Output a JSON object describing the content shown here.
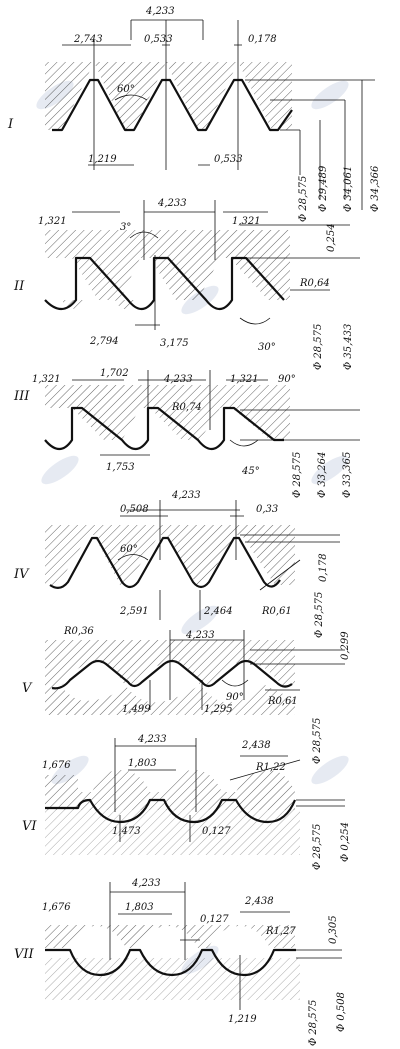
{
  "figure": {
    "profiles": [
      {
        "roman": "I",
        "dims": [
          "4,233",
          "2,743",
          "0,533",
          "0,178",
          "60°",
          "1,219",
          "0,533",
          "Φ 28,575",
          "Φ 29,489",
          "Φ 34,061",
          "Φ 34,366"
        ]
      },
      {
        "roman": "II",
        "dims": [
          "4,233",
          "1,321",
          "3°",
          "1,321",
          "0,254",
          "R0,64",
          "2,794",
          "3,175",
          "30°",
          "Φ 28,575",
          "Φ 35,433"
        ]
      },
      {
        "roman": "III",
        "dims": [
          "1,321",
          "1,702",
          "4,233",
          "1,321",
          "90°",
          "R0,74",
          "1,753",
          "45°",
          "Φ 28,575",
          "Φ 33,264",
          "Φ 33,365"
        ]
      },
      {
        "roman": "IV",
        "dims": [
          "4,233",
          "0,508",
          "0,33",
          "60°",
          "2,591",
          "2,464",
          "R0,61",
          "0,178",
          "Φ 28,575"
        ]
      },
      {
        "roman": "V",
        "dims": [
          "4,233",
          "R0,36",
          "0,299",
          "1,499",
          "1,295",
          "90°",
          "R0,61",
          "Φ 28,575"
        ]
      },
      {
        "roman": "VI",
        "dims": [
          "4,233",
          "1,676",
          "1,803",
          "2,438",
          "R1,22",
          "1,473",
          "0,127",
          "Φ 28,575",
          "Φ 0,254"
        ]
      },
      {
        "roman": "VII",
        "dims": [
          "4,233",
          "1,676",
          "1,803",
          "0,127",
          "2,438",
          "R1,27",
          "0,305",
          "1,219",
          "Φ 28,575",
          "Φ 0,508"
        ]
      }
    ]
  }
}
